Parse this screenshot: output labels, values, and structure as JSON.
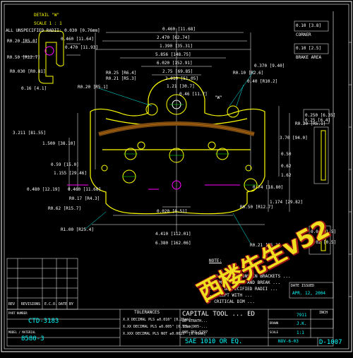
{
  "detail": {
    "title": "DETAIL \"W\"",
    "scale": "SCALE 1 : 1",
    "unspecified_radii": "ALL UNSPECIFIED RADII: 0.030 [0.76mm]",
    "dims": [
      "R0.20 [R5.0]",
      "0.460 [11.64]",
      "0.470 [11.93]",
      "R0.50 [R12.7]",
      "R0.030 [R0.81]",
      "0.16 [4.1]"
    ]
  },
  "main_dims": {
    "top": [
      "0.460 [11.68]",
      "2.470 [62.74]",
      "1.390 [35.31]",
      "5.856 [148.75]",
      "6.020 [152.91]",
      "2.75 [69.85]",
      "2.010 [51.05]",
      "1.21 [30.7]",
      "0.46 [11.7]"
    ],
    "left": [
      "R0.25 [R6.4]",
      "R0.21 [R5.3]",
      "R0.20 [R5.1]",
      "3.211 [81.55]",
      "1.500 [38.10]",
      "0.59 [15.0]",
      "1.155 [29.46]",
      "0.480 [12.19]",
      "0.460 [11.68]",
      "R0.17 [R4.3]",
      "R0.62 [R15.7]",
      "R1.00 [R25.4]"
    ],
    "right": [
      "0.370 [9.40]",
      "R0.10 [R2.6]",
      "0.40 [R10.2]",
      "R0.20 [R5.1]",
      "3.70 [94.0]",
      "0.50",
      "0.62",
      "1.62",
      "0.74 [18.80]",
      "1.174 [29.82]",
      "R0.50 [R12.7]",
      "R0.21 [R5.3]"
    ],
    "bottom": [
      "0.020 [0.51]",
      "4.410 [112.01]",
      "6.380 [162.06]"
    ],
    "detail_ref": "\"W\""
  },
  "notes": {
    "header": "NOTE:",
    "items": [
      "- ALL DIMENSIONS IN BRACKETS ...",
      "- REMOVE BURRS AND BREAK ...",
      "- ALL UNSPECIFIED RADII ...",
      "- EXCEPT WITH ...",
      "- CRITICAL DIM ..."
    ]
  },
  "side_panel": {
    "box_top": [
      "0.10 [3.8]",
      "CORNER",
      "0.10 [2.5]",
      "BRAKE AREA"
    ],
    "right_dims": [
      "0.250 [6.35]",
      "0.25 [6.4]"
    ],
    "bottom_right": [
      "0.06 [1.5]",
      "0.02 [0.5]"
    ]
  },
  "revisions": {
    "cols": [
      "REV",
      "REVISIONS",
      "E.C.O.",
      "DATE",
      "BY"
    ]
  },
  "title_block": {
    "part_no_label": "PART NUMBER",
    "part_no": "CTD-3183",
    "model_label": "MODEL / MATERIAL",
    "model": "8580-3",
    "tol_title": "TOLERANCES",
    "tol_rows": [
      "X.X DECIMAL PLS ±0.010\" [0.25mm]",
      "X.XX DECIMAL PLS ±0.005\" [0.13mm]",
      "X.XXX DECIMAL PLS NOT ±0.0025\" [0.06mm]"
    ],
    "company": "CAPITAL TOOL ... ED",
    "addr1": "80 STRATH...",
    "addr2": "TEL: 905-...",
    "addr3": "905-761-5297",
    "material": "SAE 1010 OR EQ.",
    "date_issued_label": "DATE ISSUED",
    "date_issued": "APR. 12, 2004",
    "drawn_label": "DRAWN",
    "drawn": "J.K.",
    "scale_label": "SCALE",
    "scale": "1:1",
    "rev": "7911",
    "date": "NOV-6-03",
    "dwg_no": "D-1007",
    "inch": "INCH"
  },
  "watermark": "西楼先生v52"
}
